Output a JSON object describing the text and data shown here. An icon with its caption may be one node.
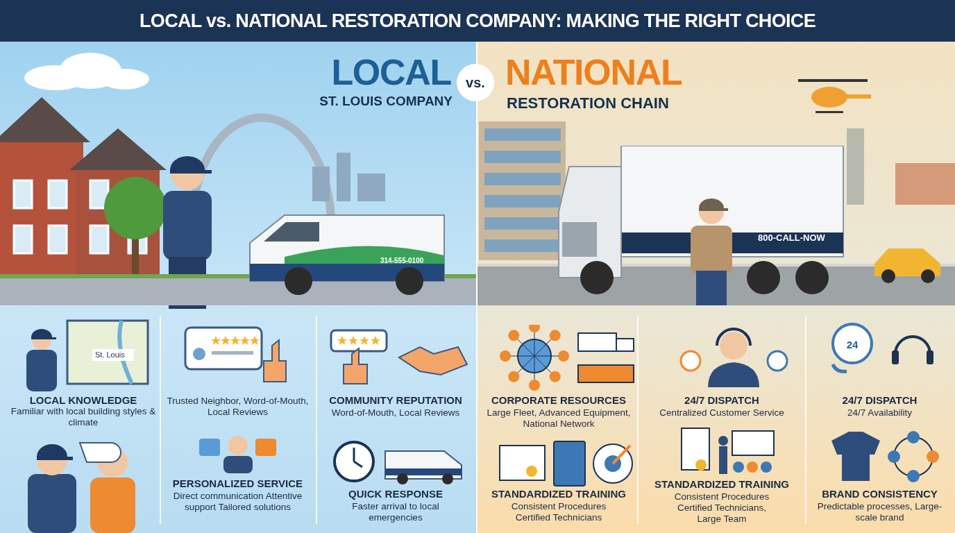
{
  "diagram": {
    "title": "LOCAL vs. NATIONAL RESTORATION COMPANY: MAKING THE RIGHT CHOICE",
    "labels": [
      "LOCAL",
      "vs.",
      "NATIONAL",
      "ST. LOUIS COMPANY",
      "RESTORATION CHAIN",
      "314-555-0100",
      "800-CALL-NOW",
      "St. Louis",
      "24",
      "LOCAL KNOWLEDGE",
      "Familiar with local building styles & climate",
      "Trusted Neighbor, Word-of-Mouth, Local Reviews",
      "COMMUNITY REPUTATION",
      "Word-of-Mouth, Local Reviews",
      "PERSONALIZED SERVICE",
      "Direct communication Attentive support Tailored solutions",
      "QUICK RESPONSE",
      "Faster arrival to local emergencies",
      "CORPORATE RESOURCES",
      "Large Fleet, Advanced Equipment, National Network",
      "24/7 DISPATCH",
      "Centralized Customer Service",
      "24/7 DISPATCH",
      "24/7 Availability",
      "STANDARDIZED TRAINING",
      "Consistent Procedures Certified Technicians",
      "STANDARDIZED TRAINING",
      "Consistent Procedures Certified Technicians, Large Team",
      "BRAND CONSISTENCY",
      "Predictable processes, Large-scale brand"
    ]
  }
}
